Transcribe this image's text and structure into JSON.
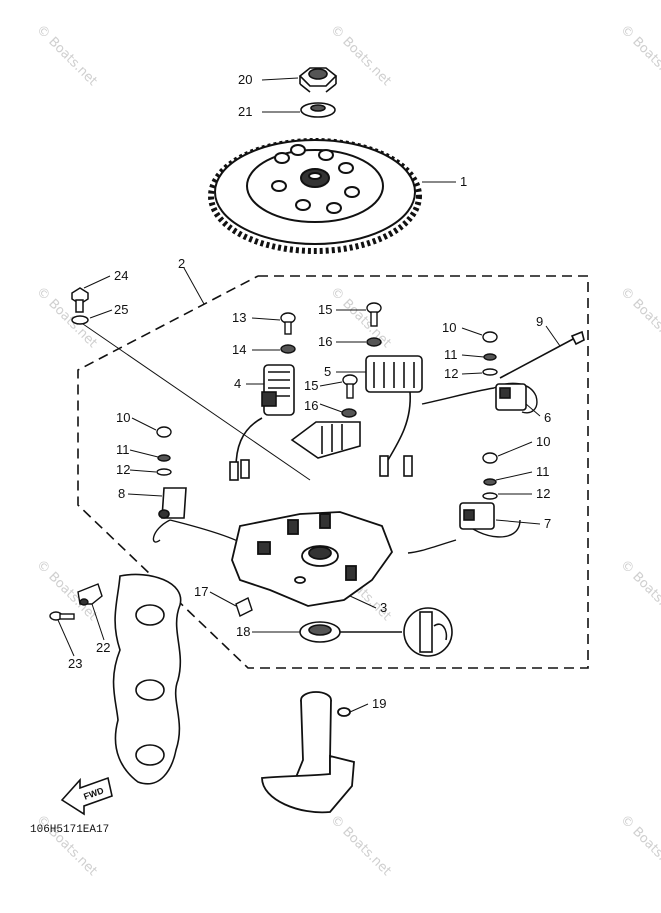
{
  "diagram": {
    "callouts": [
      {
        "id": "c20",
        "label": "20"
      },
      {
        "id": "c21",
        "label": "21"
      },
      {
        "id": "c1",
        "label": "1"
      },
      {
        "id": "c24",
        "label": "24"
      },
      {
        "id": "c2",
        "label": "2"
      },
      {
        "id": "c25",
        "label": "25"
      },
      {
        "id": "c13",
        "label": "13"
      },
      {
        "id": "c15a",
        "label": "15"
      },
      {
        "id": "c9",
        "label": "9"
      },
      {
        "id": "c10a",
        "label": "10"
      },
      {
        "id": "c14",
        "label": "14"
      },
      {
        "id": "c16a",
        "label": "16"
      },
      {
        "id": "c11a",
        "label": "11"
      },
      {
        "id": "c5",
        "label": "5"
      },
      {
        "id": "c12a",
        "label": "12"
      },
      {
        "id": "c4",
        "label": "4"
      },
      {
        "id": "c15b",
        "label": "15"
      },
      {
        "id": "c6",
        "label": "6"
      },
      {
        "id": "c16b",
        "label": "16"
      },
      {
        "id": "c10b",
        "label": "10"
      },
      {
        "id": "c10c",
        "label": "10"
      },
      {
        "id": "c11b",
        "label": "11"
      },
      {
        "id": "c11c",
        "label": "11"
      },
      {
        "id": "c12b",
        "label": "12"
      },
      {
        "id": "c12c",
        "label": "12"
      },
      {
        "id": "c8",
        "label": "8"
      },
      {
        "id": "c7",
        "label": "7"
      },
      {
        "id": "c17",
        "label": "17"
      },
      {
        "id": "c3",
        "label": "3"
      },
      {
        "id": "c18",
        "label": "18"
      },
      {
        "id": "c22",
        "label": "22"
      },
      {
        "id": "c23",
        "label": "23"
      },
      {
        "id": "c19",
        "label": "19"
      }
    ],
    "fwd_label": "FWD",
    "drawing_code": "106H5171EA17",
    "watermark": "© Boats.net"
  }
}
